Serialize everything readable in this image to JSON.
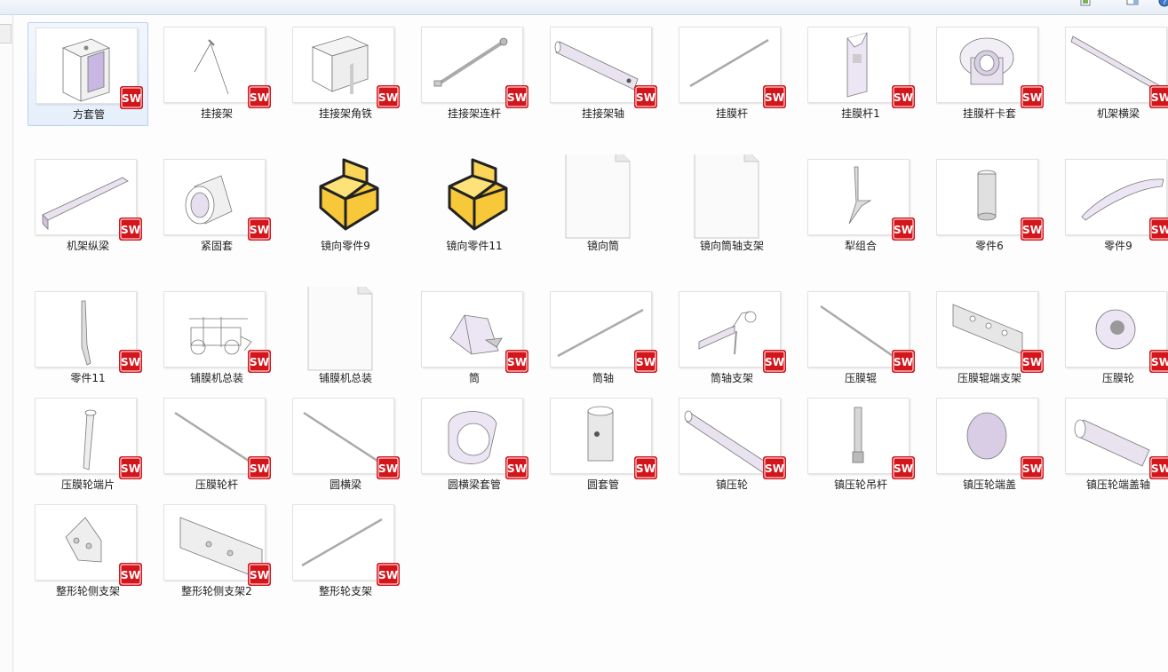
{
  "toolbar": {
    "view_icon": "change-view-icon",
    "more_icon": "chevron-down-icon",
    "pane_icon": "preview-pane-icon",
    "help_icon": "help-icon"
  },
  "badge": {
    "text": "SW",
    "color": "#d3161c"
  },
  "files": [
    {
      "name": "方套管",
      "type": "sw",
      "selected": true
    },
    {
      "name": "挂接架",
      "type": "sw"
    },
    {
      "name": "挂接架角铁",
      "type": "sw"
    },
    {
      "name": "挂接架连杆",
      "type": "sw"
    },
    {
      "name": "挂接架轴",
      "type": "sw"
    },
    {
      "name": "挂膜杆",
      "type": "sw"
    },
    {
      "name": "挂膜杆1",
      "type": "sw"
    },
    {
      "name": "挂膜杆卡套",
      "type": "sw"
    },
    {
      "name": "机架横梁",
      "type": "sw"
    },
    {
      "name": "机架纵梁",
      "type": "sw"
    },
    {
      "name": "紧固套",
      "type": "sw"
    },
    {
      "name": "镜向零件9",
      "type": "mirror"
    },
    {
      "name": "镜向零件11",
      "type": "mirror"
    },
    {
      "name": "镜向筒",
      "type": "blank"
    },
    {
      "name": "镜向筒轴支架",
      "type": "blank"
    },
    {
      "name": "犁组合",
      "type": "sw"
    },
    {
      "name": "零件6",
      "type": "sw"
    },
    {
      "name": "零件9",
      "type": "sw"
    },
    {
      "name": "零件11",
      "type": "sw"
    },
    {
      "name": "铺膜机总装",
      "type": "sw"
    },
    {
      "name": "铺膜机总装",
      "type": "blank"
    },
    {
      "name": "筒",
      "type": "sw"
    },
    {
      "name": "筒轴",
      "type": "sw"
    },
    {
      "name": "筒轴支架",
      "type": "sw"
    },
    {
      "name": "压膜辊",
      "type": "sw"
    },
    {
      "name": "压膜辊端支架",
      "type": "sw"
    },
    {
      "name": "压膜轮",
      "type": "sw"
    },
    {
      "name": "压膜轮端片",
      "type": "sw"
    },
    {
      "name": "压膜轮杆",
      "type": "sw"
    },
    {
      "name": "圆横梁",
      "type": "sw"
    },
    {
      "name": "圆横梁套管",
      "type": "sw"
    },
    {
      "name": "圆套管",
      "type": "sw"
    },
    {
      "name": "镇压轮",
      "type": "sw"
    },
    {
      "name": "镇压轮吊杆",
      "type": "sw"
    },
    {
      "name": "镇压轮端盖",
      "type": "sw"
    },
    {
      "name": "镇压轮端盖轴",
      "type": "sw"
    },
    {
      "name": "整形轮侧支架",
      "type": "sw"
    },
    {
      "name": "整形轮侧支架2",
      "type": "sw"
    },
    {
      "name": "整形轮支架",
      "type": "sw"
    }
  ]
}
